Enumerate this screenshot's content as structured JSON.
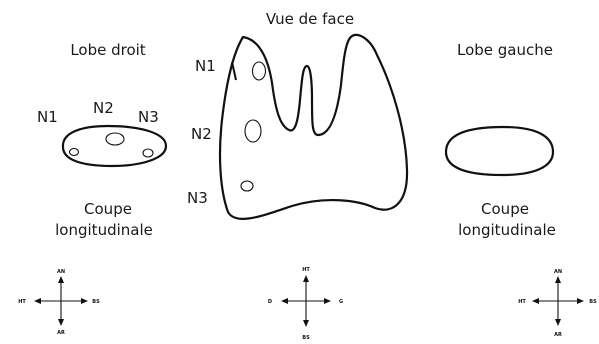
{
  "titles": {
    "front_view": "Vue de face",
    "right_lobe": "Lobe droit",
    "left_lobe": "Lobe gauche",
    "section_left_line1": "Coupe",
    "section_left_line2": "longitudinale",
    "section_right_line1": "Coupe",
    "section_right_line2": "longitudinale"
  },
  "nodules_front": [
    "N1",
    "N2",
    "N3"
  ],
  "nodules_right_section": [
    "N1",
    "N2",
    "N3"
  ],
  "compass_left": {
    "top": "AN",
    "left": "HT",
    "right": "BS",
    "bottom": "AR"
  },
  "compass_center": {
    "top": "HT",
    "left": "D",
    "right": "G",
    "bottom": "BS"
  },
  "compass_right": {
    "top": "AN",
    "left": "HT",
    "right": "BS",
    "bottom": "AR"
  }
}
